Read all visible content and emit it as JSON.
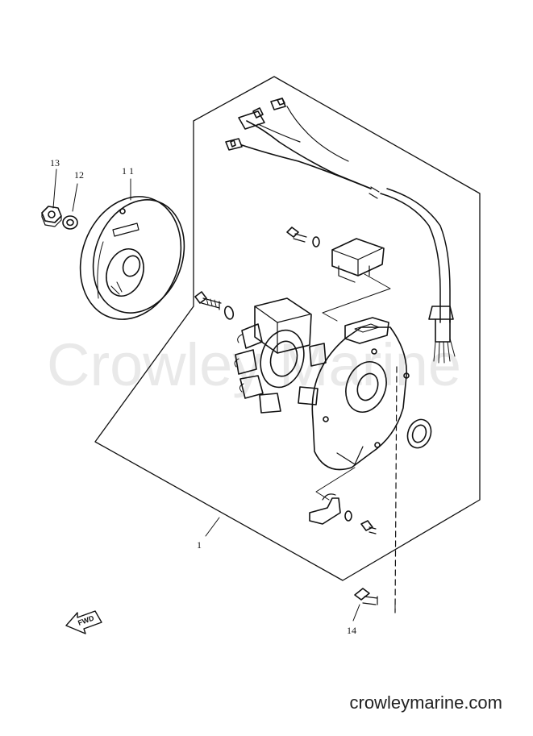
{
  "watermark": "Crowley Marine",
  "site_label": "crowleymarine.com",
  "fwd_label": "FWD",
  "callouts": {
    "p1": "1",
    "p11": "1 1",
    "p12": "12",
    "p13": "13",
    "p14": "14"
  },
  "colors": {
    "line": "#111111",
    "watermark": "#e9e9e9"
  }
}
